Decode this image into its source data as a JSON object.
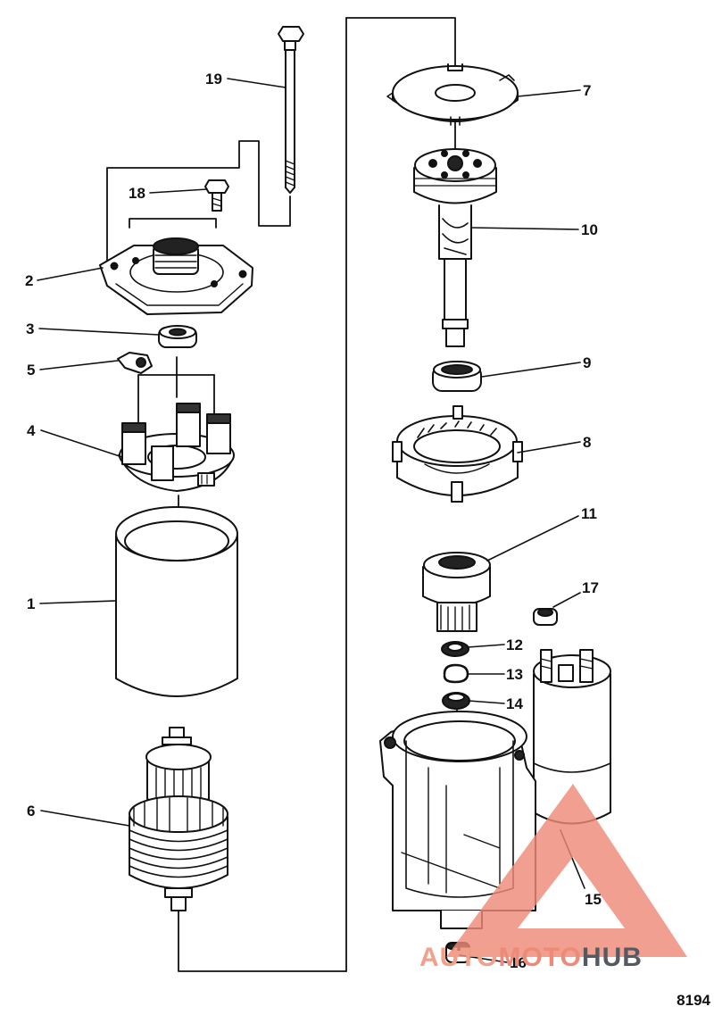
{
  "diagram": {
    "figure_number": "8194",
    "callouts": {
      "c1": "1",
      "c2": "2",
      "c3": "3",
      "c4": "4",
      "c5": "5",
      "c6": "6",
      "c7": "7",
      "c8": "8",
      "c9": "9",
      "c10": "10",
      "c11": "11",
      "c12": "12",
      "c13": "13",
      "c14": "14",
      "c15": "15",
      "c16": "16",
      "c17": "17",
      "c18": "18",
      "c19": "19"
    }
  },
  "watermark": {
    "part1": "AUTO",
    "part2": "MOTO",
    "part3": "HUB",
    "color_light": "#f2a08a",
    "color_mid": "#ee8a78",
    "color_dark": "#555a60"
  },
  "colors": {
    "line": "#111111",
    "background": "#ffffff"
  }
}
